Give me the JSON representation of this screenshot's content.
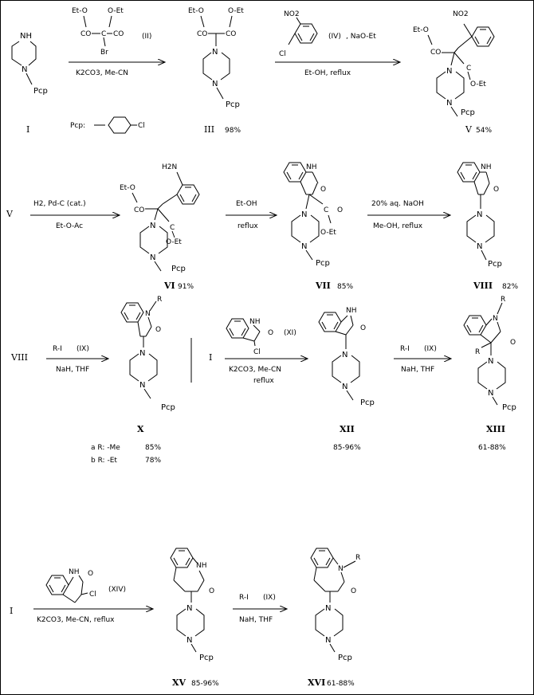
{
  "compounds": {
    "I": "I",
    "II": "(II)",
    "III": "III",
    "IV": "(IV)",
    "V": "V",
    "VI": "VI",
    "VII": "VII",
    "VIII": "VIII",
    "IX": "(IX)",
    "X": "X",
    "XI": "(XI)",
    "XII": "XII",
    "XIII": "XIII",
    "XIV": "(XIV)",
    "XV": "XV",
    "XVI": "XVI"
  },
  "yields": {
    "III": "98%",
    "V": "54%",
    "VI": "91%",
    "VII": "85%",
    "VIII": "82%",
    "X_a": "85%",
    "X_b": "78%",
    "XII": "85-96%",
    "XIII": "61-88%",
    "XV": "85-96%",
    "XVI": "61-88%"
  },
  "atoms": {
    "NH": "NH",
    "N": "N",
    "H": "H",
    "R": "R",
    "Pcp": "Pcp",
    "Br": "Br",
    "Cl": "Cl",
    "O": "O",
    "EtO": "Et-O",
    "OEt": "O-Et",
    "CO": "CO",
    "C": "C",
    "NO2": "NO2",
    "H2N": "H2N"
  },
  "reagents": {
    "r1_bottom": "K2CO3,   Me-CN",
    "r2_top": ", NaO-Et",
    "r2_bottom": "Et-OH, reflux",
    "r3_top": "H2,  Pd-C (cat.)",
    "r3_bottom": "Et-O-Ac",
    "r4_top": "Et-OH",
    "r4_bottom": "reflux",
    "r5_top": "20% aq. NaOH",
    "r5_bottom": "Me-OH, reflux",
    "r6_top": "R-I",
    "r6_bottom": "NaH, THF",
    "r7_bottom": "K2CO3,  Me-CN",
    "r7_bottom2": "reflux",
    "r9_bottom": "K2CO3,  Me-CN, reflux"
  },
  "pcp_legend": "Pcp:",
  "x_substituents": [
    "a  R: -Me",
    "b  R: -Et"
  ]
}
